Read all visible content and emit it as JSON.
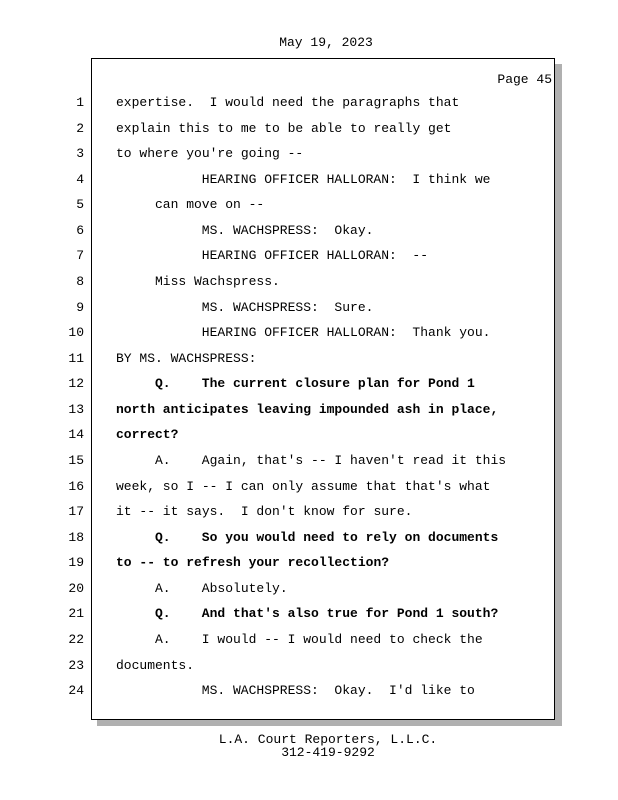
{
  "header": {
    "date": "May 19, 2023"
  },
  "page_label": "Page 45",
  "lines": [
    {
      "n": "1",
      "text": "expertise.  I would need the paragraphs that",
      "indent": 0,
      "bold": false
    },
    {
      "n": "2",
      "text": "explain this to me to be able to really get",
      "indent": 0,
      "bold": false
    },
    {
      "n": "3",
      "text": "to where you're going --",
      "indent": 0,
      "bold": false
    },
    {
      "n": "4",
      "text": "HEARING OFFICER HALLORAN:  I think we",
      "indent": 11,
      "bold": false
    },
    {
      "n": "5",
      "text": "can move on --",
      "indent": 5,
      "bold": false
    },
    {
      "n": "6",
      "text": "MS. WACHSPRESS:  Okay.",
      "indent": 11,
      "bold": false
    },
    {
      "n": "7",
      "text": "HEARING OFFICER HALLORAN:  --",
      "indent": 11,
      "bold": false
    },
    {
      "n": "8",
      "text": "Miss Wachspress.",
      "indent": 5,
      "bold": false
    },
    {
      "n": "9",
      "text": "MS. WACHSPRESS:  Sure.",
      "indent": 11,
      "bold": false
    },
    {
      "n": "10",
      "text": "HEARING OFFICER HALLORAN:  Thank you.",
      "indent": 11,
      "bold": false
    },
    {
      "n": "11",
      "text": "BY MS. WACHSPRESS:",
      "indent": 0,
      "bold": false
    },
    {
      "n": "12",
      "text": "Q.    The current closure plan for Pond 1",
      "indent": 5,
      "bold": true
    },
    {
      "n": "13",
      "text": "north anticipates leaving impounded ash in place,",
      "indent": 0,
      "bold": true
    },
    {
      "n": "14",
      "text": "correct?",
      "indent": 0,
      "bold": true
    },
    {
      "n": "15",
      "text": "A.    Again, that's -- I haven't read it this",
      "indent": 5,
      "bold": false
    },
    {
      "n": "16",
      "text": "week, so I -- I can only assume that that's what",
      "indent": 0,
      "bold": false
    },
    {
      "n": "17",
      "text": "it -- it says.  I don't know for sure.",
      "indent": 0,
      "bold": false
    },
    {
      "n": "18",
      "text": "Q.    So you would need to rely on documents",
      "indent": 5,
      "bold": true
    },
    {
      "n": "19",
      "text": "to -- to refresh your recollection?",
      "indent": 0,
      "bold": true
    },
    {
      "n": "20",
      "text": "A.    Absolutely.",
      "indent": 5,
      "bold": false
    },
    {
      "n": "21",
      "text": "Q.    And that's also true for Pond 1 south?",
      "indent": 5,
      "bold": true
    },
    {
      "n": "22",
      "text": "A.    I would -- I would need to check the",
      "indent": 5,
      "bold": false
    },
    {
      "n": "23",
      "text": "documents.",
      "indent": 0,
      "bold": false
    },
    {
      "n": "24",
      "text": "MS. WACHSPRESS:  Okay.  I'd like to",
      "indent": 11,
      "bold": false
    }
  ],
  "footer": {
    "company": "L.A. Court Reporters, L.L.C.",
    "phone": "312-419-9292"
  }
}
